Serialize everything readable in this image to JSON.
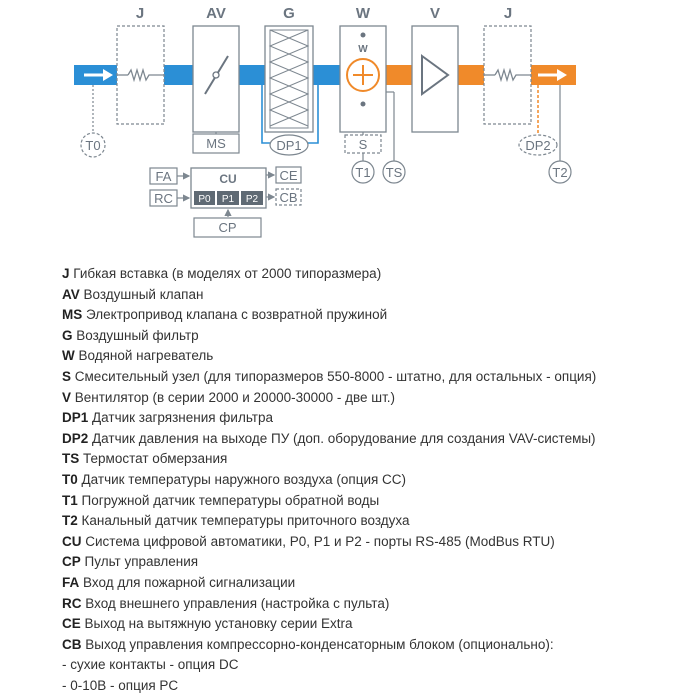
{
  "diagram": {
    "section_letters": [
      "J",
      "AV",
      "G",
      "W",
      "V",
      "J"
    ],
    "w_label": "W",
    "box_labels": {
      "ms": "MS",
      "dp1": "DP1",
      "s": "S",
      "t0": "T0",
      "t1": "T1",
      "ts": "TS",
      "dp2": "DP2",
      "t2": "T2",
      "cu": "CU",
      "p0": "P0",
      "p1": "P1",
      "p2": "P2",
      "fa": "FA",
      "rc": "RC",
      "ce": "CE",
      "cb": "CB",
      "cp": "CP"
    },
    "colors": {
      "cold_duct": "#2b8fd6",
      "warm_duct": "#f08a2a",
      "line": "#7d8790",
      "port_fill": "#5f6a74"
    }
  },
  "legend": [
    {
      "code": "J",
      "text": "Гибкая вставка (в моделях от 2000 типоразмера)"
    },
    {
      "code": "AV",
      "text": "Воздушный клапан"
    },
    {
      "code": "MS",
      "text": "Электропривод клапана с возвратной пружиной"
    },
    {
      "code": "G",
      "text": "Воздушный фильтр"
    },
    {
      "code": "W",
      "text": "Водяной нагреватель"
    },
    {
      "code": "S",
      "text": "Смесительный узел (для типоразмеров 550-8000 - штатно, для остальных - опция)"
    },
    {
      "code": "V",
      "text": "Вентилятор (в серии 2000 и 20000-30000 - две шт.)"
    },
    {
      "code": "DP1",
      "text": "Датчик загрязнения фильтра"
    },
    {
      "code": "DP2",
      "text": "Датчик давления на выходе ПУ (доп. оборудование для создания VAV-системы)"
    },
    {
      "code": "TS",
      "text": "Термостат обмерзания"
    },
    {
      "code": "T0",
      "text": "Датчик температуры наружного воздуха (опция CC)"
    },
    {
      "code": "T1",
      "text": "Погружной датчик температуры обратной воды"
    },
    {
      "code": "T2",
      "text": "Канальный датчик температуры приточного воздуха"
    },
    {
      "code": "CU",
      "text": "Система цифровой автоматики, P0, P1 и P2 - порты RS-485 (ModBus RTU)"
    },
    {
      "code": "CP",
      "text": "Пульт управления"
    },
    {
      "code": "FA",
      "text": "Вход для пожарной сигнализации"
    },
    {
      "code": "RC",
      "text": "Вход внешнего управления (настройка с пульта)"
    },
    {
      "code": "CE",
      "text": "Выход на вытяжную установку серии Extra"
    },
    {
      "code": "CB",
      "text": "Выход управления компрессорно-конденсаторным блоком (опционально):"
    },
    {
      "code": "",
      "text": "- сухие контакты - опция DC"
    },
    {
      "code": "",
      "text": "- 0-10В - опция PC"
    }
  ]
}
